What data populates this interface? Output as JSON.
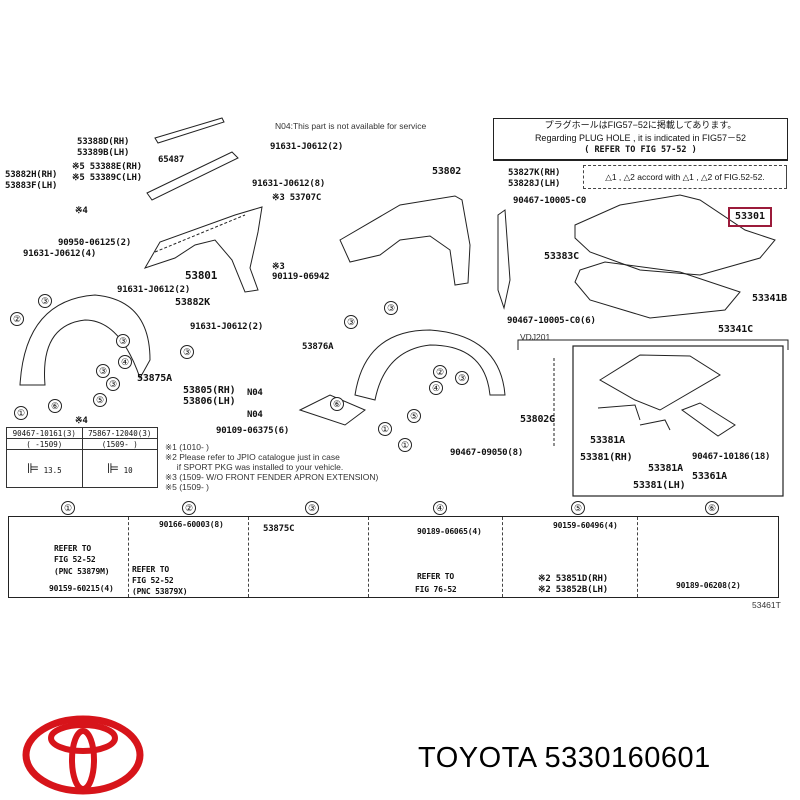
{
  "notes_top": {
    "n04": "N04:This part is not available for service",
    "plug_jp": "プラグホールはFIG57−52に掲載してあります。",
    "plug_en": "Regarding PLUG HOLE , it is indicated in FIG57－52",
    "plug_ref": "(   REFER TO FIG 57-52   )",
    "accord": "△1 , △2 accord with △1 , △2 of FIG.52-52."
  },
  "highlighted_part": "53301",
  "labels": {
    "p53388D": "53388D(RH)",
    "p53389B": "53389B(LH)",
    "p65487": "65487",
    "b91631_2a": "91631-J0612(2)",
    "p53882H": "53882H(RH)",
    "p53883F": "53883F(LH)",
    "p53388E": "※5 53388E(RH)",
    "p53389C": "※5 53389C(LH)",
    "b91631_8": "91631-J0612(8)",
    "p53707C": "※3 53707C",
    "s4": "※4",
    "c90950": "90950-06125(2)",
    "b91631_4": "91631-J0612(4)",
    "p53801": "53801",
    "s3": "※3",
    "c90119": "90119-06942",
    "b91631_2b": "91631-J0612(2)",
    "p53882K": "53882K",
    "b91631_2c": "91631-J0612(2)",
    "p53802": "53802",
    "p53827K": "53827K(RH)",
    "p53828J": "53828J(LH)",
    "c90467a": "90467-10005-C0",
    "p53383C": "53383C",
    "p53341B": "53341B",
    "c90467b": "90467-10005-C0(6)",
    "p53341C": "53341C",
    "vdj": "VDJ201",
    "p53875A": "53875A",
    "p53876A": "53876A",
    "p53805": "53805(RH)",
    "p53806": "53806(LH)",
    "n04a": "N04",
    "n04b": "N04",
    "c90109": "90109-06375(6)",
    "p53802G": "53802G",
    "c90467c": "90467-09050(8)",
    "p53381Aa": "53381A",
    "p53381rh": "53381(RH)",
    "p53381Ab": "53381A",
    "p53381lh": "53381(LH)",
    "c90467d": "90467-10186(18)",
    "p53361A": "53361A",
    "s4b": "※4"
  },
  "clip_table": {
    "headers": [
      "90467-10161(3)",
      "75867-12040(3)"
    ],
    "ranges": [
      "(      -1509)",
      "(1509-      )"
    ],
    "dims": [
      "13.5",
      "10"
    ]
  },
  "footnotes": [
    "※1 (1010-        )",
    "※2 Please refer to JPIO catalogue just in case",
    "     if SPORT PKG was installed to your vehicle.",
    "※3 (1509-        W/O FRONT FENDER APRON EXTENSION)",
    "※5 (1509-        )"
  ],
  "callouts": [
    "①",
    "②",
    "③",
    "④",
    "⑤",
    "⑥"
  ],
  "panels": [
    {
      "n": "①",
      "a": "REFER TO",
      "b": "FIG 52-52",
      "c": "(PNC 53879M)",
      "d": "90159-60215(4)"
    },
    {
      "n": "②",
      "a": "90166-60003(8)",
      "b": "REFER TO",
      "c": "FIG 52-52",
      "d": "(PNC 53879X)"
    },
    {
      "n": "③",
      "a": "53875C"
    },
    {
      "n": "④",
      "a": "90189-06065(4)",
      "b": "REFER TO",
      "c": "FIG 76-52"
    },
    {
      "n": "⑤",
      "a": "90159-60496(4)",
      "b": "※2 53851D(RH)",
      "c": "※2 53852B(LH)"
    },
    {
      "n": "⑥",
      "a": "90189-06208(2)"
    }
  ],
  "figure_code": "53461T",
  "brand": {
    "text": "TOYOTA 5330160601",
    "logo_color": "#d7141a"
  }
}
